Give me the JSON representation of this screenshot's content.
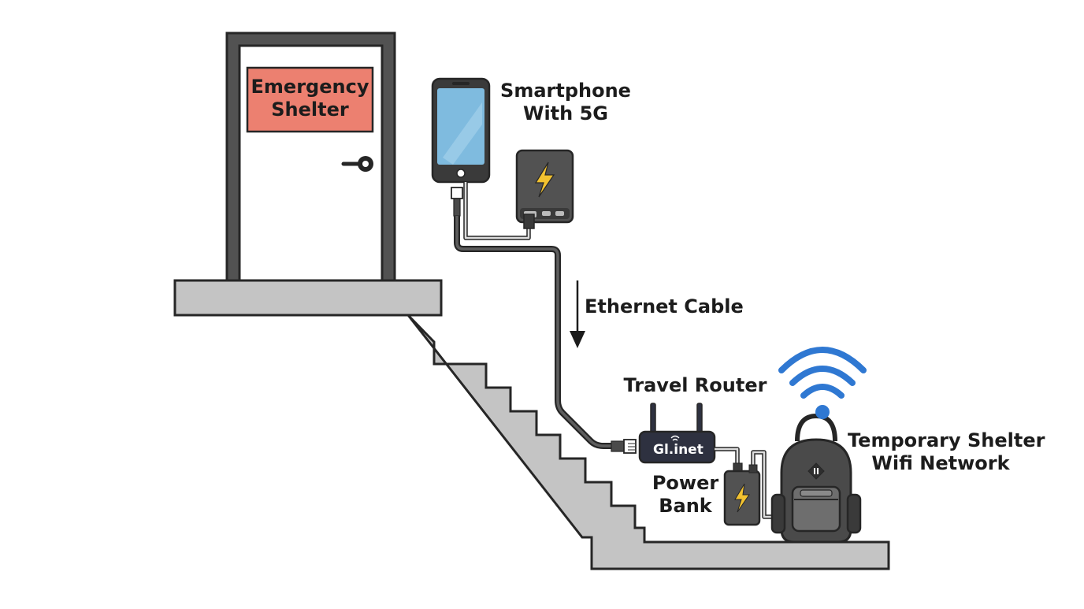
{
  "door_sign": {
    "line1": "Emergency",
    "line2": "Shelter"
  },
  "labels": {
    "smartphone_line1": "Smartphone",
    "smartphone_line2": "With 5G",
    "ethernet_cable": "Ethernet Cable",
    "travel_router": "Travel Router",
    "power_bank_line1": "Power",
    "power_bank_line2": "Bank",
    "shelter_wifi_line1": "Temporary Shelter",
    "shelter_wifi_line2": "Wifi Network"
  },
  "router_brand": "Gl.inet",
  "colors": {
    "sign_fill": "#ec8070",
    "stair_fill": "#c4c4c4",
    "outline": "#262626",
    "phone_screen": "#7fbbdf",
    "device_body": "#525252",
    "bolt": "#f2c230",
    "wifi_blue": "#2f78d2",
    "router_body": "#2e3140"
  },
  "icons": [
    "door-icon",
    "smartphone-icon",
    "power-bank-icon",
    "travel-router-icon",
    "backpack-icon",
    "wifi-signal-icon",
    "down-arrow-icon",
    "lightning-bolt-icon",
    "ethernet-plug-icon"
  ]
}
